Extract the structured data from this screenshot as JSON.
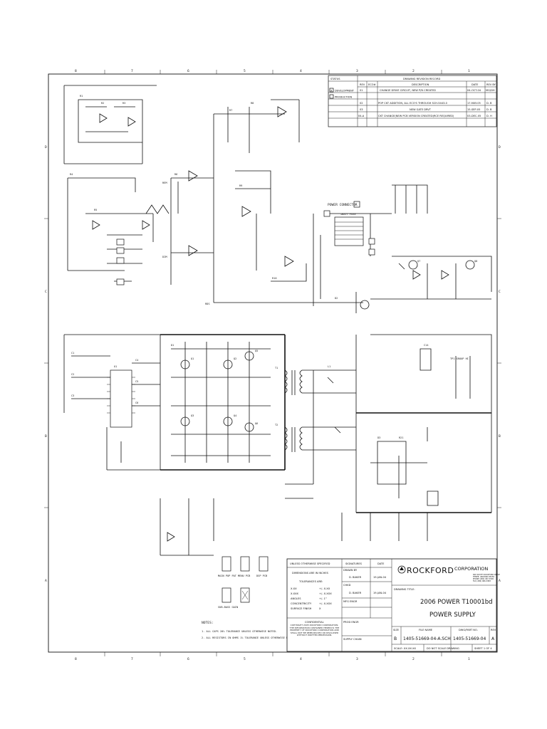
{
  "border": {
    "col_labels": [
      "8",
      "7",
      "6",
      "5",
      "4",
      "3",
      "2",
      "1"
    ],
    "row_labels": [
      "D",
      "C",
      "B",
      "A"
    ]
  },
  "revision": {
    "status_label": "STATUS",
    "record_label": "DRAWING REVISION RECORD",
    "status_options": [
      "DEVELOPMENT",
      "PRODUCTION"
    ],
    "status_selected": "DEVELOPMENT",
    "headers": {
      "rev": "REV",
      "eco": "ECO#",
      "description": "DESCRIPTION",
      "date": "DATE",
      "rev_by": "REV BY"
    },
    "rows": [
      {
        "rev": "01",
        "eco": "",
        "description": "CHANGE DRIVE CIRCUIT, NEW P/N CREATED",
        "date": "04-OCT-04",
        "rev_by": "MG/DH"
      },
      {
        "rev": "02",
        "eco": "",
        "description": "POP CKT ADDITION, ALL ECO'S THROUGH SCH-5443-0",
        "date": "17-MAY-05",
        "rev_by": "D. B"
      },
      {
        "rev": "03",
        "eco": "",
        "description": "NEW GATE DRVT",
        "date": "15-SEP-05",
        "rev_by": "D. B"
      },
      {
        "rev": "04-A",
        "eco": "",
        "description": "CKT CHANGE(NEW PCB VERSION CREATED(RCE REQUIRED)",
        "date": "03-DEC-05",
        "rev_by": "D. H"
      }
    ]
  },
  "schematic": {
    "power_connector": "POWER CONNECTOR",
    "connector_note": "+BATT FUSE",
    "tp_label": "TP1 GROUP HI",
    "part_labels": [
      "R1",
      "R2",
      "R3",
      "R4",
      "R5",
      "R6",
      "R7",
      "R8",
      "R9",
      "R10",
      "C1",
      "C2",
      "C3",
      "C4",
      "C5",
      "C6",
      "D1",
      "D2",
      "D3",
      "Q1",
      "Q2",
      "Q3",
      "Q4",
      "Q5",
      "Q6",
      "Q7",
      "Q8",
      "U1",
      "T1",
      "T2",
      "L1",
      "RDS",
      "REM",
      "DIM",
      "R21",
      "C14"
    ]
  },
  "small_boxes": [
    "MAIN POP PAT",
    "MENU PCB",
    "DSP PCB",
    "SUB-BASS GAIN"
  ],
  "notes": {
    "heading": "NOTES:",
    "lines": [
      "1. ALL CAPS 20% TOLERANCE UNLESS OTHERWISE NOTED.",
      "2. ALL RESISTORS IN OHMS 1% TOLERANCE UNLESS OTHERWISE NOTED."
    ]
  },
  "title_block": {
    "unless_label": "UNLESS OTHERWISE SPECIFIED",
    "signatures_label": "SIGNATURES",
    "date_label": "DATE",
    "dims_label": "DIMENSIONS ARE IN INCHES",
    "tolerances_label": "TOLERANCES ARE:",
    "tol_rows": [
      {
        "name": "X.XX",
        "val": "+/- X.XX"
      },
      {
        "name": "X.XXX",
        "val": "+/- X.XXX"
      },
      {
        "name": "ANGLES",
        "val": "+/- 1°"
      },
      {
        "name": "CONCENTRICITY",
        "val": "+/- X.XXX"
      },
      {
        "name": "SURFACE FINISH",
        "val": "X"
      }
    ],
    "drawn_by_label": "DRAWN BY",
    "drawn_by": "D. BAKER",
    "drawn_date": "19-JAN-04",
    "checked_label": "CHKD",
    "checked_by": "D. BAKER",
    "checked_date": "19-JAN-04",
    "mfg_label": "MFG ENGR",
    "prod_label": "PROD ENGR",
    "supply_label": "SUPPLY CHAIN",
    "confidential_title": "CONFIDENTIAL",
    "confidential_text": "COPYRIGHT 2005 ROCKFORD CORPORATION. THE INFORMATION CONTAINED HEREIN IS THE PROPERTY OF ROCKFORD CORPORATION AND SHALL NOT BE REPRODUCED OR DISCLOSED WITHOUT WRITTEN PERMISSION.",
    "company_name": "ROCKFORD",
    "company_suffix": "CORPORATION",
    "address_lines": [
      "600 SOUTH ROCKFORD DRIVE",
      "TEMPE, ARIZONA 85281",
      "PHONE (480) 967-3565",
      "FAX (480) 966-3983"
    ],
    "drawing_title_label": "DRAWING TITLE:",
    "title_line1": "2006 POWER T10001bd",
    "title_line2": "POWER SUPPLY",
    "size_label": "SIZE",
    "size": "B",
    "filename_label": "FILE NAME",
    "filename": "1405-51669-04-A.SCH",
    "dwg_label": "DWG/PART NO.",
    "dwg": "1405-51669-04",
    "rev_label": "REV",
    "rev": "A",
    "scale_label": "SCALE: XX.XX:XX",
    "noscale": "DO NOT SCALE DRAWING",
    "sheet": "SHEET 1 OF 4"
  }
}
